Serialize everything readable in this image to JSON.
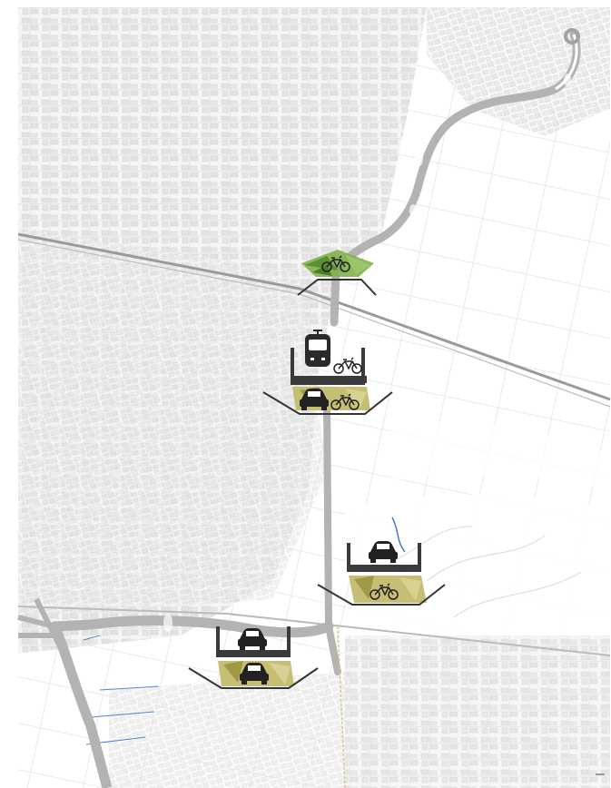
{
  "map": {
    "colors": {
      "background": "#ffffff",
      "street_lines": "#c9c9c9",
      "block_fill": "#e9e9e9",
      "route": "#b3b3b3",
      "route_dark": "#a3a3a3",
      "rail": "#9a9a9a",
      "water": "#4a78c8",
      "section_dark": "#3a3a3a",
      "green_fill": "#7fb04d",
      "olive_fill": "#c4bf74",
      "olive_dark": "#8a8a3c"
    },
    "icons": [
      "tram-icon",
      "car-icon",
      "bicycle-icon"
    ],
    "cross_sections": [
      {
        "id": "section-1-bike-green",
        "level": "ground",
        "layers": [
          "bicycle"
        ]
      },
      {
        "id": "section-2-tram-over-car",
        "level": "bridge-over-trench",
        "layers": [
          "tram",
          "bicycle",
          "car",
          "bicycle"
        ]
      },
      {
        "id": "section-3-car-trench",
        "level": "trench",
        "layers": [
          "car",
          "bicycle"
        ]
      },
      {
        "id": "section-4-car-double-deck",
        "level": "trench",
        "layers": [
          "car",
          "car"
        ]
      }
    ]
  }
}
